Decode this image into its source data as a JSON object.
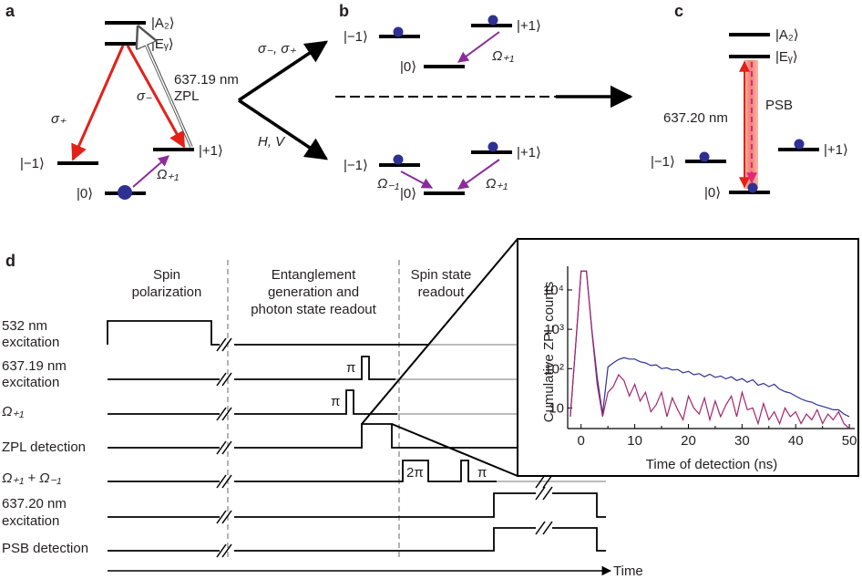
{
  "panels": {
    "a": "a",
    "b": "b",
    "c": "c",
    "d": "d"
  },
  "levels": {
    "A2": "|A₂⟩",
    "Ey": "|Eᵧ⟩",
    "m1": "|−1⟩",
    "p1": "|+1⟩",
    "zero": "|0⟩"
  },
  "panel_a": {
    "sigma_plus": "σ₊",
    "sigma_minus": "σ₋",
    "zpl_wavelength": "637.19 nm",
    "zpl": "ZPL",
    "omega_p1": "Ω₊₁"
  },
  "middle": {
    "upper_label": "σ₋, σ₊",
    "lower_label": "H, V"
  },
  "panel_b": {
    "omega_p1": "Ω₊₁",
    "omega_m1": "Ω₋₁"
  },
  "panel_c": {
    "wavelength": "637.20 nm",
    "psb": "PSB"
  },
  "panel_d": {
    "phases": {
      "spin_polarization": [
        "Spin",
        "polarization"
      ],
      "entanglement": [
        "Entanglement",
        "generation and",
        "photon state readout"
      ],
      "spin_readout": [
        "Spin state",
        "readout"
      ]
    },
    "rows": {
      "r532": [
        "532 nm",
        "excitation"
      ],
      "r637_19": [
        "637.19 nm",
        "excitation"
      ],
      "omega_p1": "Ω₊₁",
      "zpl_detection": "ZPL detection",
      "omega_sum": "Ω₊₁ + Ω₋₁",
      "r637_20": [
        "637.20 nm",
        "excitation"
      ],
      "psb_detection": "PSB detection"
    },
    "pulses": {
      "pi": "π",
      "two_pi": "2π"
    },
    "time_label": "Time"
  },
  "chart_data": {
    "type": "line",
    "xlabel": "Time of detection (ns)",
    "ylabel": "Cumulative ZPL counts",
    "xlim": [
      -2.5,
      51
    ],
    "ylim": [
      3,
      40000
    ],
    "yscale": "log",
    "grid": false,
    "xticks": [
      "0",
      "10",
      "20",
      "30",
      "40",
      "50"
    ],
    "yticks": [
      "10",
      "10²",
      "10³",
      "10⁴"
    ],
    "series": [
      {
        "color": "#2e3192",
        "x": [
          -2,
          -1,
          0,
          1,
          2,
          3,
          4,
          5,
          6,
          7,
          8,
          9,
          10,
          11,
          12,
          13,
          14,
          15,
          16,
          17,
          18,
          19,
          20,
          21,
          22,
          23,
          24,
          25,
          26,
          27,
          28,
          29,
          30,
          31,
          32,
          33,
          34,
          35,
          36,
          37,
          38,
          39,
          40,
          41,
          42,
          43,
          44,
          45,
          46,
          47,
          48,
          49,
          50
        ],
        "y": [
          6,
          400,
          30000,
          30000,
          1000,
          60,
          7,
          110,
          140,
          170,
          190,
          175,
          175,
          150,
          140,
          120,
          125,
          100,
          105,
          92,
          95,
          78,
          85,
          70,
          75,
          62,
          72,
          60,
          65,
          55,
          62,
          50,
          56,
          45,
          52,
          38,
          42,
          35,
          40,
          30,
          26,
          24,
          20,
          17,
          15,
          14,
          12,
          11,
          10,
          9,
          9,
          7,
          6
        ]
      },
      {
        "color": "#a6246e",
        "x": [
          -2,
          -1,
          0,
          1,
          2,
          3,
          4,
          5,
          6,
          7,
          8,
          9,
          10,
          11,
          12,
          13,
          14,
          15,
          16,
          17,
          18,
          19,
          20,
          21,
          22,
          23,
          24,
          25,
          26,
          27,
          28,
          29,
          30,
          31,
          32,
          33,
          34,
          35,
          36,
          37,
          38,
          39,
          40,
          41,
          42,
          43,
          44,
          45,
          46,
          47,
          48,
          49,
          50
        ],
        "y": [
          6,
          400,
          30000,
          30000,
          900,
          40,
          6,
          25,
          35,
          70,
          50,
          20,
          40,
          15,
          25,
          8,
          12,
          25,
          6,
          18,
          9,
          5,
          20,
          10,
          7,
          18,
          5,
          15,
          6,
          12,
          20,
          6,
          25,
          9,
          10,
          4,
          13,
          5,
          8,
          4,
          10,
          6,
          8,
          4,
          7,
          5,
          9,
          4,
          7,
          5,
          8,
          4,
          3
        ]
      }
    ]
  }
}
